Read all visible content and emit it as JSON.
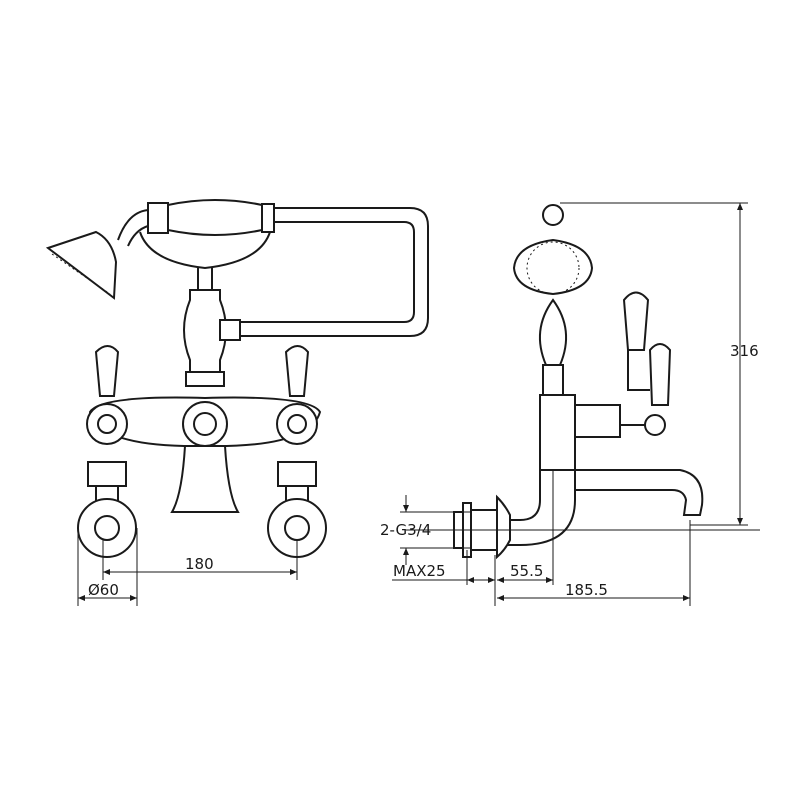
{
  "drawing": {
    "subject": "",
    "dimensions": {
      "height": "316",
      "centers": "180",
      "plate_diameter": "Ø60",
      "thread": "2-G3/4",
      "max_thickness": "MAX25",
      "wall_to_body": "55.5",
      "spout_reach": "185.5"
    },
    "line_color": "#1a1a1a"
  }
}
